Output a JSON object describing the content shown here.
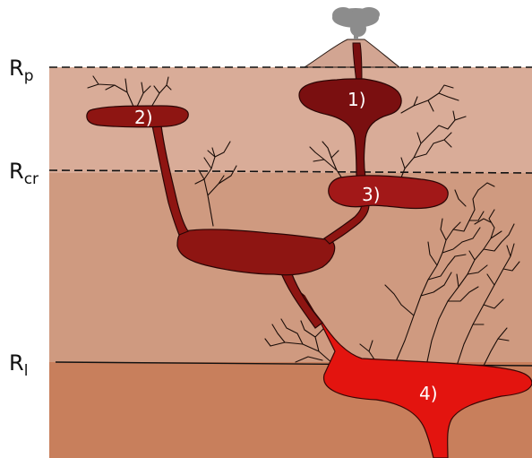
{
  "levels": [
    {
      "base": "R",
      "sub": "p"
    },
    {
      "base": "R",
      "sub": "cr"
    },
    {
      "base": "R",
      "sub": "l"
    }
  ],
  "chambers": [
    "1)",
    "2)",
    "3)",
    "4)"
  ],
  "colors": {
    "upper_crust": "#d9ac98",
    "middle_crust": "#cf9a80",
    "lower_crust": "#c87f5c",
    "volcano": "#d2a592",
    "shallow_magma": "#8e1512",
    "chamber_1": "#7a0f10",
    "chamber_3": "#a21818",
    "deep_magma": "#e3140f",
    "smoke": "#8c8c8c"
  },
  "icons": [
    "volcano-icon",
    "smoke-plume-icon"
  ]
}
